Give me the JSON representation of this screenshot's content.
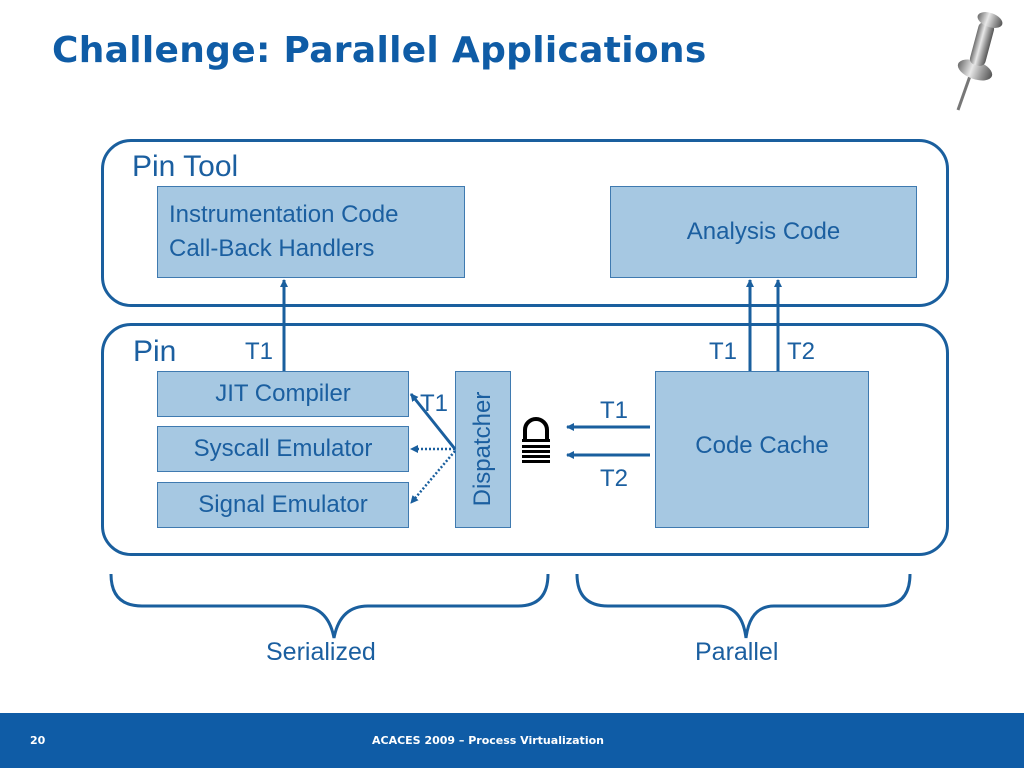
{
  "slide": {
    "title": "Challenge: Parallel Applications",
    "decor_icon": "pushpin-icon"
  },
  "pin_tool": {
    "label": "Pin Tool",
    "instrumentation_line1": "Instrumentation Code",
    "instrumentation_line2": "Call-Back Handlers",
    "analysis": "Analysis Code"
  },
  "pin": {
    "label": "Pin",
    "jit": "JIT Compiler",
    "syscall": "Syscall Emulator",
    "signal": "Signal Emulator",
    "dispatcher": "Dispatcher",
    "code_cache": "Code Cache",
    "lock_icon": "padlock-icon"
  },
  "thread_labels": {
    "jit_to_tool": "T1",
    "dispatcher_to_jit": "T1",
    "cache_to_lock_t1": "T1",
    "cache_to_lock_t2": "T2",
    "cache_to_analysis_t1": "T1",
    "cache_to_analysis_t2": "T2"
  },
  "captions": {
    "serialized": "Serialized",
    "parallel": "Parallel"
  },
  "footer": {
    "slide_number": "20",
    "conference": "ACACES 2009 – Process Virtualization"
  },
  "colors": {
    "accent": "#0f5ca6",
    "box_fill": "#a6c8e2",
    "line": "#1a5f9e"
  }
}
